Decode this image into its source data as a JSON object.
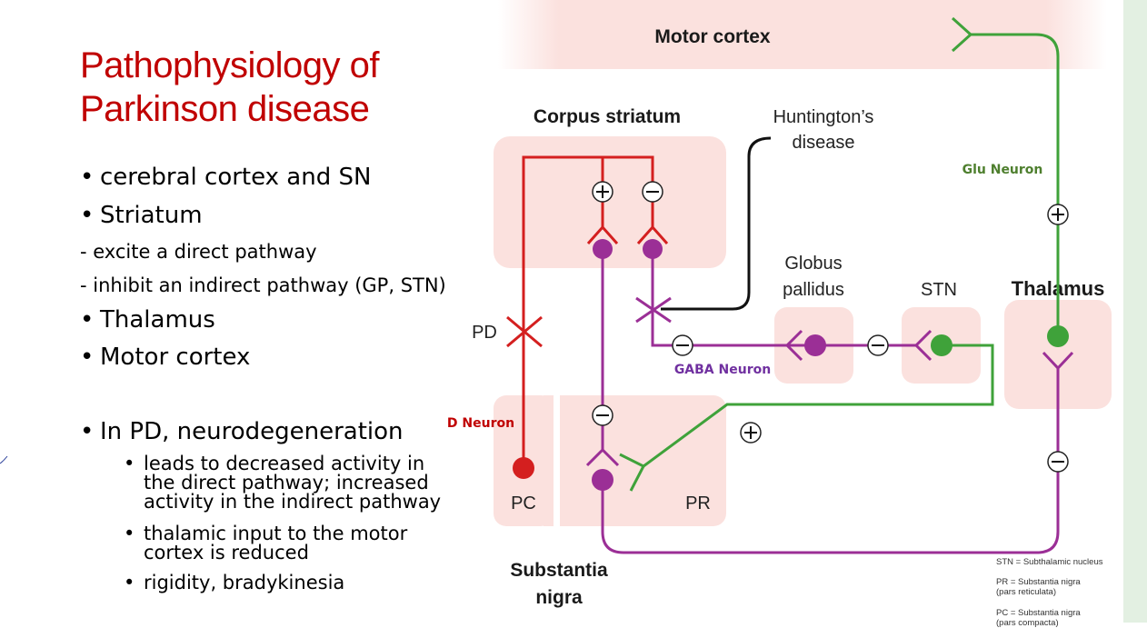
{
  "slide": {
    "title_lines": [
      "Pathophysiology of",
      "Parkinson disease"
    ],
    "bullets": [
      {
        "type": "l1",
        "text": "cerebral cortex and SN"
      },
      {
        "type": "l1",
        "text": "Striatum"
      },
      {
        "type": "dash",
        "text": "- excite a direct pathway"
      },
      {
        "type": "dash",
        "text": "- inhibit an indirect pathway (GP, STN)"
      },
      {
        "type": "l1",
        "text": "Thalamus"
      },
      {
        "type": "l1",
        "text": "Motor cortex"
      },
      {
        "type": "l1",
        "text": "In PD, neurodegeneration"
      }
    ],
    "sub_bullets": [
      {
        "lines": [
          "leads to decreased activity in",
          "the direct pathway; increased",
          "activity in the indirect pathway"
        ]
      },
      {
        "lines": [
          "thalamic input to the motor",
          "cortex is reduced"
        ]
      },
      {
        "lines": [
          "rigidity, bradykinesia"
        ]
      }
    ],
    "bullet_glyph": "•"
  },
  "diagram": {
    "regions": {
      "motor_cortex": "Motor cortex",
      "corpus_striatum": "Corpus striatum",
      "huntingtons": [
        "Huntington’s",
        "disease"
      ],
      "globus_pallidus": [
        "Globus",
        "pallidus"
      ],
      "stn": "STN",
      "thalamus": "Thalamus",
      "substantia_nigra": [
        "Substantia",
        "nigra"
      ],
      "pc": "PC",
      "pr": "PR",
      "pd": "PD"
    },
    "annotations": {
      "glu_neuron": "Glu Neuron",
      "gaba_neuron": "GABA Neuron",
      "d_neuron": "D Neuron"
    },
    "signs": {
      "plus": "+",
      "minus": "−"
    },
    "legend": [
      [
        "STN = Subthalamic nucleus"
      ],
      [
        "PR = Substantia nigra",
        "(pars reticulata)"
      ],
      [
        "PC = Substantia nigra",
        "(pars compacta)"
      ]
    ],
    "colors": {
      "dopamine_red": "#d41f1f",
      "gaba_purple": "#9b2f96",
      "glu_green": "#3fa23a",
      "region_pink": "#fbe1de",
      "title_red": "#c00000",
      "gaba_label": "#7030a0",
      "glu_label": "#4e7f2e",
      "d_label": "#c00000",
      "side_green": "#e3f0e2"
    }
  }
}
